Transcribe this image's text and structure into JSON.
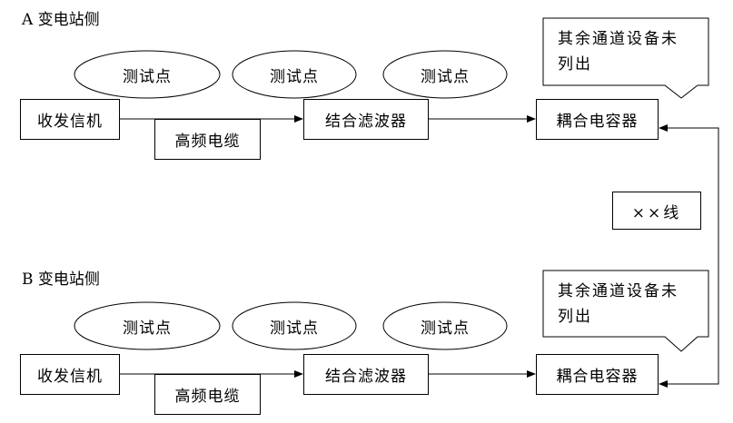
{
  "station_a": {
    "title": "A 变电站侧",
    "transceiver": "收发信机",
    "hf_cable": "高频电缆",
    "combining_filter": "结合滤波器",
    "coupling_capacitor": "耦合电容器",
    "test_points": [
      "测试点",
      "测试点",
      "测试点"
    ],
    "callout_line1": "其余通道设备未",
    "callout_line2": "列出"
  },
  "line_label": "××线",
  "station_b": {
    "title": "B 变电站侧",
    "transceiver": "收发信机",
    "hf_cable": "高频电缆",
    "combining_filter": "结合滤波器",
    "coupling_capacitor": "耦合电容器",
    "test_points": [
      "测试点",
      "测试点",
      "测试点"
    ],
    "callout_line1": "其余通道设备未",
    "callout_line2": "列出"
  }
}
